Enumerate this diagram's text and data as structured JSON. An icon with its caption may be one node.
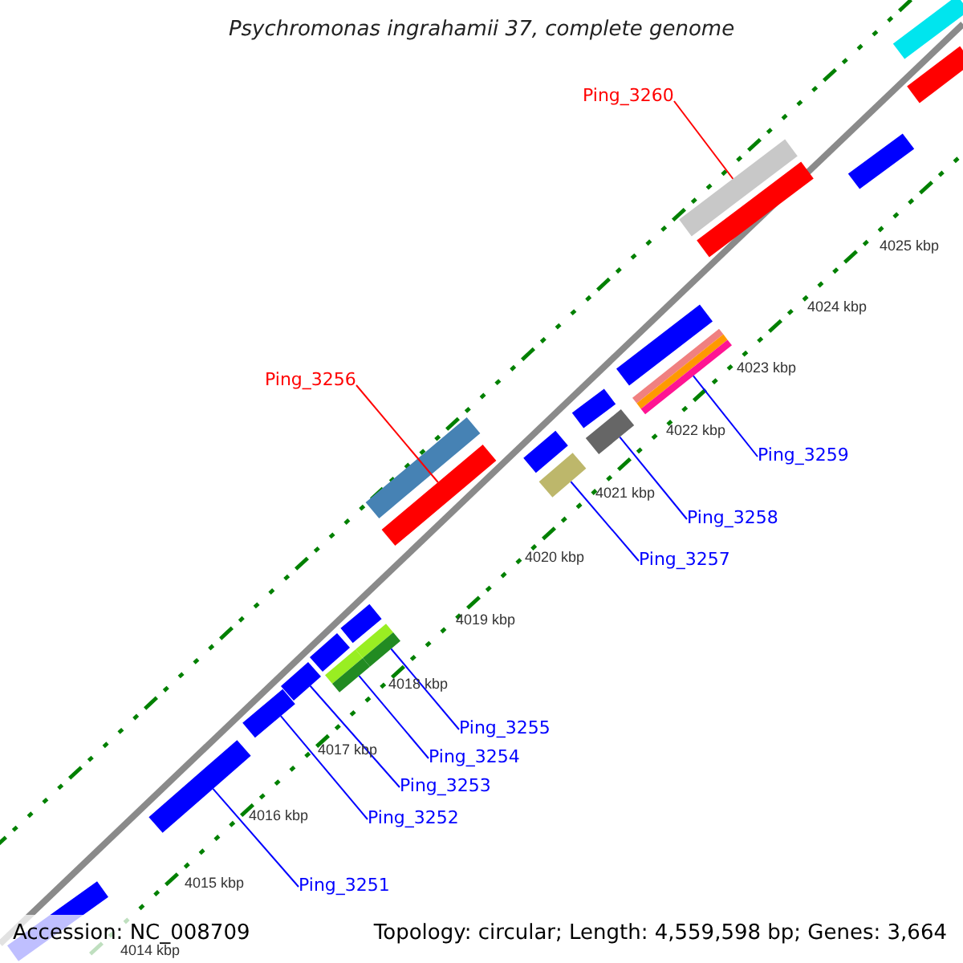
{
  "diagram": {
    "title": "Psychromonas ingrahamii 37, complete genome",
    "nodes": [
      {
        "text": [
          "Ping_3260"
        ]
      },
      {
        "text": [
          "Ping_3256"
        ]
      },
      {
        "text": [
          "Ping_3259"
        ]
      },
      {
        "text": [
          "Ping_3258"
        ]
      },
      {
        "text": [
          "Ping_3257"
        ]
      },
      {
        "text": [
          "Ping_3255"
        ]
      },
      {
        "text": [
          "Ping_3254"
        ]
      },
      {
        "text": [
          "Ping_3253"
        ]
      },
      {
        "text": [
          "Ping_3252"
        ]
      },
      {
        "text": [
          "Ping_3251"
        ]
      },
      {
        "text": [],
        "shape": "bar"
      },
      {
        "text": [],
        "shape": "bar"
      },
      {
        "text": [],
        "shape": "bar"
      },
      {
        "text": [],
        "shape": "bar"
      },
      {
        "text": [],
        "shape": "bar"
      },
      {
        "text": [],
        "shape": "bar"
      },
      {
        "text": [],
        "shape": "bar"
      },
      {
        "text": [],
        "shape": "bar"
      },
      {
        "text": [],
        "shape": "bar"
      },
      {
        "text": [],
        "shape": "bar"
      },
      {
        "text": [],
        "shape": "bar"
      },
      {
        "text": [],
        "shape": "bar"
      },
      {
        "text": [],
        "shape": "bar"
      },
      {
        "text": [],
        "shape": "bar"
      },
      {
        "text": [],
        "shape": "bar"
      },
      {
        "text": [],
        "shape": "bar"
      },
      {
        "text": [],
        "shape": "bar"
      },
      {
        "text": [],
        "shape": "bar"
      },
      {
        "text": [],
        "shape": "bar"
      },
      {
        "text": [],
        "shape": "bar"
      },
      {
        "text": [],
        "shape": "bar"
      }
    ],
    "edges": [
      {
        "from": 0,
        "to": 24,
        "arrow": "none",
        "color": "#ff0000"
      },
      {
        "from": 1,
        "to": 19,
        "arrow": "none",
        "color": "#ff0000"
      },
      {
        "from": 2,
        "to": 26,
        "arrow": "none"
      },
      {
        "from": 3,
        "to": 23,
        "arrow": "none"
      },
      {
        "from": 4,
        "to": 22,
        "arrow": "none"
      },
      {
        "from": 5,
        "to": 18,
        "arrow": "none"
      },
      {
        "from": 6,
        "to": 17,
        "arrow": "none"
      },
      {
        "from": 7,
        "to": 13,
        "arrow": "none"
      },
      {
        "from": 8,
        "to": 12,
        "arrow": "none"
      },
      {
        "from": 9,
        "to": 11,
        "arrow": "none"
      }
    ],
    "labels": [
      "4025 kbp",
      "4024 kbp",
      "4023 kbp",
      "4022 kbp",
      "4021 kbp",
      "4020 kbp",
      "4019 kbp",
      "4018 kbp",
      "4017 kbp",
      "4016 kbp",
      "4015 kbp",
      "4014 kbp",
      "Accession: NC_008709",
      "Topology: circular; Length: 4,559,598 bp; Genes: 3,664"
    ]
  }
}
